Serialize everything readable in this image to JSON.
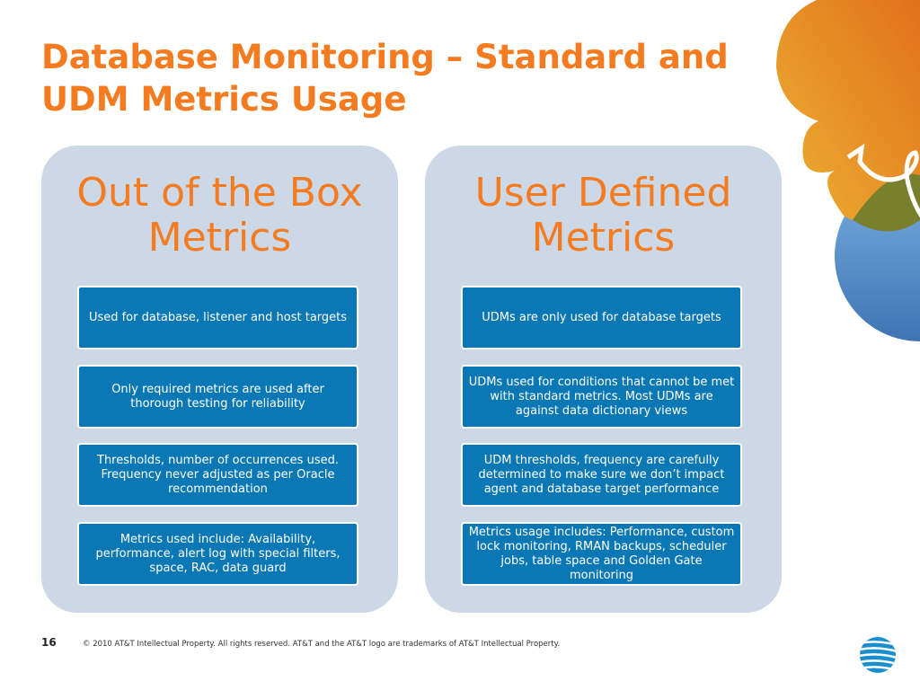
{
  "title": {
    "line1": "Database Monitoring – Standard and",
    "line2": "UDM Metrics Usage"
  },
  "columns": [
    {
      "heading_line1": "Out of the Box",
      "heading_line2": "Metrics",
      "items": [
        "Used for database, listener and host targets",
        "Only required metrics are used after thorough testing for reliability",
        "Thresholds, number of occurrences used. Frequency never adjusted as per Oracle recommendation",
        "Metrics used include: Availability, performance, alert log with special filters, space, RAC, data guard"
      ]
    },
    {
      "heading_line1": "User Defined",
      "heading_line2": "Metrics",
      "items": [
        "UDMs are only used for database targets",
        "UDMs used for conditions that cannot be met with standard metrics. Most UDMs are against data dictionary views",
        "UDM thresholds, frequency are carefully determined to make sure we don’t impact agent and database target performance",
        "Metrics usage includes: Performance, custom lock monitoring, RMAN backups, scheduler jobs, table space and Golden Gate monitoring"
      ]
    }
  ],
  "footer": {
    "page_number": "16",
    "copyright": "© 2010 AT&T Intellectual Property. All rights reserved. AT&T and the AT&T logo are trademarks of AT&T Intellectual Property."
  },
  "colors": {
    "accent": "#f47b20",
    "box": "#0a78b4",
    "panel": "#cdd8e6"
  }
}
